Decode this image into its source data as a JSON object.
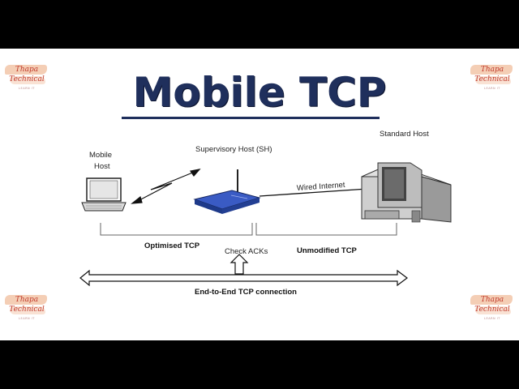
{
  "title": "Mobile TCP",
  "labels": {
    "mobile_host_line1": "Mobile",
    "mobile_host_line2": "Host",
    "supervisory_host": "Supervisory Host (SH)",
    "standard_host": "Standard Host",
    "wired_internet": "Wired Internet",
    "optimised_tcp": "Optimised TCP",
    "check_acks": "Check ACKs",
    "unmodified_tcp": "Unmodified TCP",
    "end_to_end": "End-to-End TCP connection"
  },
  "watermark": {
    "line1": "Thapa",
    "line2": "Technical",
    "line3": "LEARN IT"
  },
  "colors": {
    "title": "#1f2f5c",
    "router": "#2b4aa8",
    "watermark_text": "#c0392b",
    "watermark_brush": "#f2c6a8"
  }
}
